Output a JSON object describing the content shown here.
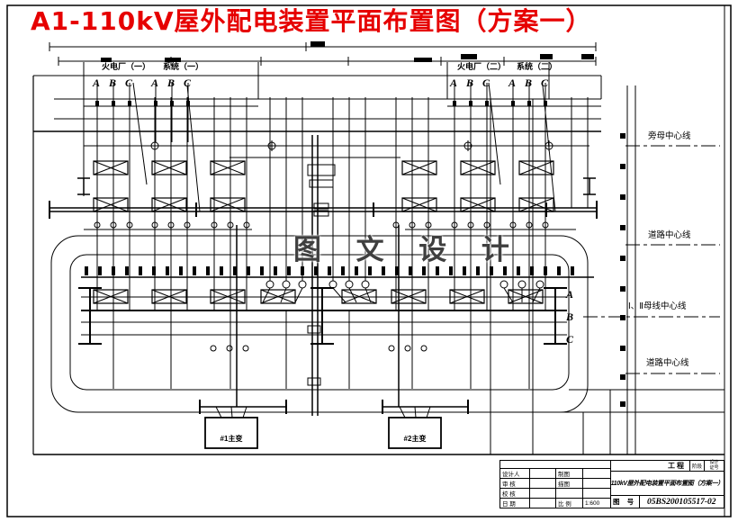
{
  "colors": {
    "accent_red": "#e60000",
    "watermark_gray": "#3f3f3f",
    "line_black": "#000000"
  },
  "sheet": {
    "title": "A1-110kV屋外配电装置平面布置图（方案一）"
  },
  "top": {
    "plant1": "火电厂（一）",
    "system1": "系统（一）",
    "plant2": "火电厂（二）",
    "system2": "系统（二）",
    "phases": [
      "A",
      "B",
      "C"
    ]
  },
  "side": {
    "bypass_bus_centerline": "旁母中心线",
    "road_centerline_upper": "道路中心线",
    "bus_centerline": "Ⅰ、Ⅱ母线中心线",
    "road_centerline_lower": "道路中心线"
  },
  "yard": {
    "right_phases": [
      "A",
      "B",
      "C"
    ],
    "transformer_1": "#1主变",
    "transformer_2": "#2主变"
  },
  "watermark": {
    "text": "图 文 设 计"
  },
  "title_block": {
    "project_label": "工程",
    "stage_label": "阶段",
    "cert_line1": "设计",
    "cert_line2": "证号",
    "rows": [
      {
        "label": "设计人",
        "mid": "制图",
        "value": ""
      },
      {
        "label": "审 核",
        "mid": "描图",
        "value": ""
      },
      {
        "label": "校 核",
        "mid": "",
        "value": ""
      },
      {
        "label": "日 期",
        "mid": "比 例",
        "value": "1:600"
      }
    ],
    "drawing_title": "110kV屋外配电装置平面布置图（方案一）",
    "number_label": "图 号",
    "number": "05BS200105517-02"
  }
}
